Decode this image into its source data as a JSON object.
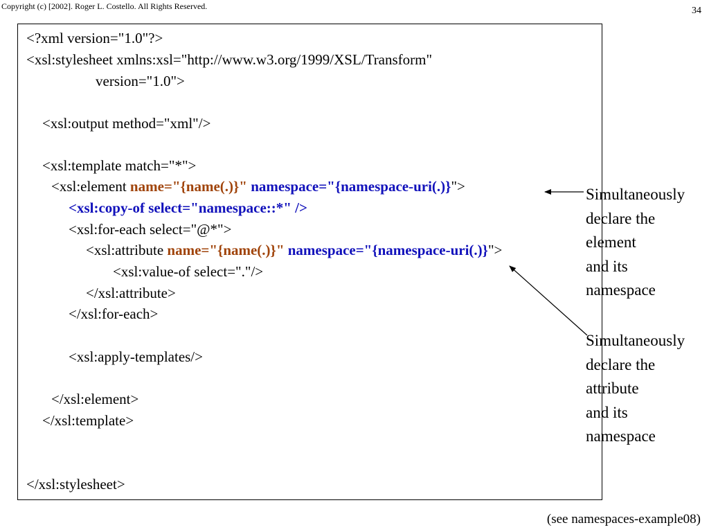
{
  "header": {
    "copyright": "Copyright (c) [2002].  Roger L. Costello.  All Rights Reserved.",
    "page_number": "34"
  },
  "code": {
    "l01": "<?xml version=\"1.0\"?>",
    "l02": "<xsl:stylesheet xmlns:xsl=\"http://www.w3.org/1999/XSL/Transform\"",
    "l03": "version=\"1.0\">",
    "l04": "<xsl:output method=\"xml\"/>",
    "l05": "<xsl:template match=\"*\">",
    "l06_a": "<xsl:element ",
    "l06_b": "name=\"{name(.)}\"",
    "l06_c": " namespace=\"{namespace-uri(.)}",
    "l06_d": "\">",
    "l07": "<xsl:copy-of select=\"namespace::*\" />",
    "l08": "<xsl:for-each select=\"@*\">",
    "l09_a": "<xsl:attribute ",
    "l09_b": "name=\"{name(.)}\"",
    "l09_c": " namespace=\"{namespace-uri(.)}",
    "l09_d": "\">",
    "l10": "<xsl:value-of select=\".\"/>",
    "l11": "</xsl:attribute>",
    "l12": "</xsl:for-each>",
    "l13": "<xsl:apply-templates/>",
    "l14": "</xsl:element>",
    "l15": "</xsl:template>",
    "l16": "</xsl:stylesheet>"
  },
  "notes": {
    "element": [
      "Simultaneously",
      "declare the",
      "element",
      "and its",
      "namespace"
    ],
    "attribute": [
      "Simultaneously",
      "declare the",
      "attribute",
      "and its",
      "namespace"
    ]
  },
  "footer": "(see namespaces-example08)",
  "colors": {
    "name_attr": "#A0440B",
    "namespace_attr": "#1111BB",
    "text": "#000000"
  }
}
